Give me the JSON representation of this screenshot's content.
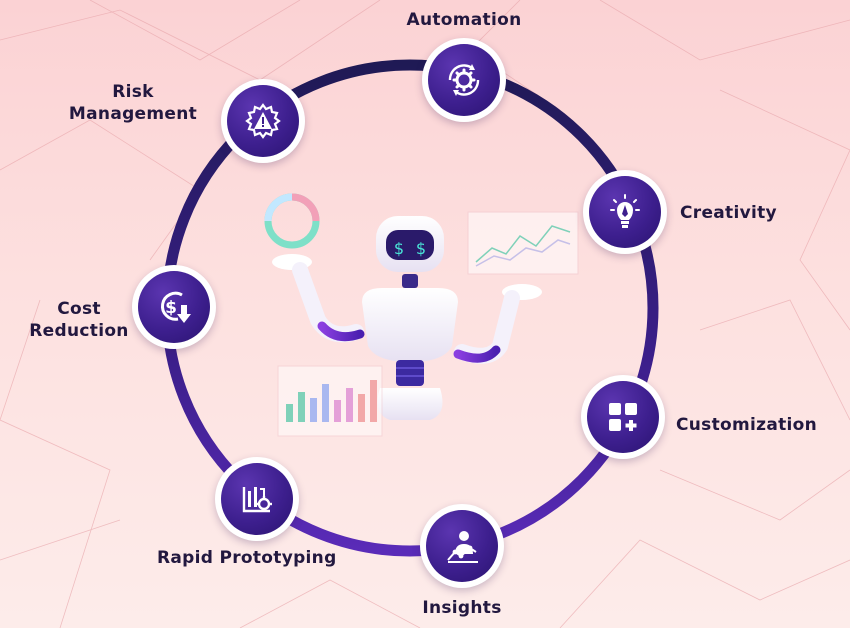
{
  "diagram": {
    "nodes": [
      {
        "id": "automation",
        "label": "Automation",
        "icon": "gear-cycle-icon"
      },
      {
        "id": "creativity",
        "label": "Creativity",
        "icon": "lightbulb-pen-icon"
      },
      {
        "id": "customization",
        "label": "Customization",
        "icon": "grid-plus-icon"
      },
      {
        "id": "insights",
        "label": "Insights",
        "icon": "person-chart-icon"
      },
      {
        "id": "rapid_prototyping",
        "label": "Rapid Prototyping",
        "icon": "blueprint-gear-icon"
      },
      {
        "id": "cost_reduction",
        "label": "Cost Reduction",
        "label_line1": "Cost",
        "label_line2": "Reduction",
        "icon": "dollar-down-icon"
      },
      {
        "id": "risk_management",
        "label": "Risk Management",
        "label_line1": "Risk",
        "label_line2": "Management",
        "icon": "gear-warning-icon"
      }
    ]
  },
  "colors": {
    "ring": "#2d1e6b",
    "node_fill": "#3d1f8e",
    "label": "#22183f",
    "background": "#fbd2d4"
  }
}
